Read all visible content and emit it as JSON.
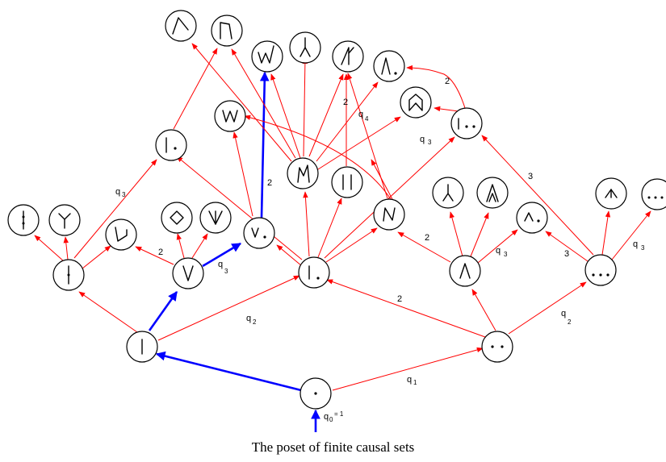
{
  "caption": "The poset of finite causal sets",
  "colors": {
    "edge": "#ff0000",
    "highlight_path": "#0000ff",
    "node_border": "#000000"
  },
  "labels": {
    "q0_main": "q",
    "q0_sub": "0",
    "q0_value": "= 1",
    "q1_main": "q",
    "q1_sub": "1",
    "q2_left_main": "q",
    "q2_left_sub": "2",
    "q2_right_main": "q",
    "q2_right_sub": "2",
    "q3_a_main": "q",
    "q3_a_sub": "3",
    "q3_b_main": "q",
    "q3_b_sub": "3",
    "q3_c_main": "q",
    "q3_c_sub": "3",
    "q3_d_main": "q",
    "q3_d_sub": "3",
    "q3_e_main": "q",
    "q3_e_sub": "3",
    "q4_main": "q",
    "q4_sub": "4",
    "two_a": "2",
    "two_b": "2",
    "two_c": "2",
    "two_d": "2",
    "two_e": "2",
    "three_a": "3",
    "three_b": "3"
  }
}
